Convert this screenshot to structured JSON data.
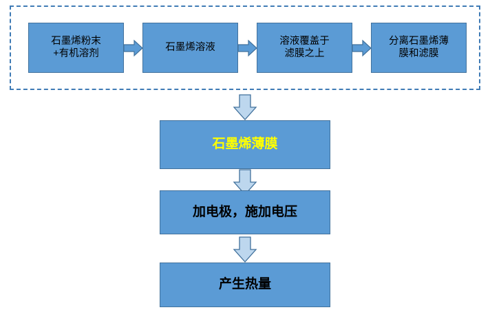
{
  "diagram": {
    "title": "Graphene film heating process flowchart",
    "colors": {
      "box_fill": "#5b9bd5",
      "box_border": "#41719c",
      "dashed_frame": "#3f7bb5",
      "down_arrow_fill": "#bdd7ee",
      "down_arrow_border": "#41719c",
      "accent_text": "#ffff00",
      "default_text": "#000000",
      "background": "#ffffff"
    },
    "stage_row": {
      "frame_style": "dashed",
      "boxes": [
        {
          "id": "graphene-powder",
          "text": "石墨烯粉末\n+有机溶剂"
        },
        {
          "id": "graphene-solution",
          "text": "石墨烯溶液"
        },
        {
          "id": "solution-on-membrane",
          "text": "溶液覆盖于\n滤膜之上"
        },
        {
          "id": "separate-film",
          "text": "分离石墨烯薄\n膜和滤膜"
        }
      ],
      "connectors": [
        {
          "id": "arrow-h-1",
          "icon": "arrow-right-icon"
        },
        {
          "id": "arrow-h-2",
          "icon": "arrow-right-icon"
        },
        {
          "id": "arrow-h-3",
          "icon": "arrow-right-icon"
        }
      ]
    },
    "result_column": {
      "boxes": [
        {
          "id": "graphene-film",
          "text": "石墨烯薄膜",
          "emphasis": "yellow"
        },
        {
          "id": "add-electrode",
          "text": "加电极，施加电压",
          "emphasis": "black"
        },
        {
          "id": "generate-heat",
          "text": "产生热量",
          "emphasis": "black"
        }
      ],
      "connectors": [
        {
          "id": "arrow-v-1",
          "icon": "arrow-down-icon"
        },
        {
          "id": "arrow-v-2",
          "icon": "arrow-down-icon"
        },
        {
          "id": "arrow-v-3",
          "icon": "arrow-down-icon"
        }
      ]
    }
  }
}
